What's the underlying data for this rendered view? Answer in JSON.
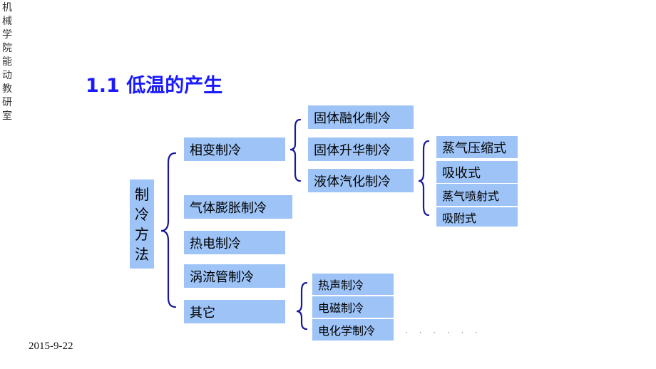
{
  "sidebar": {
    "vertical_text": [
      "机",
      "械",
      "学",
      "院",
      "能",
      "动",
      "教",
      "研",
      "室"
    ]
  },
  "title": "1.1  低温的产生",
  "root": {
    "label": [
      "制",
      "冷",
      "方",
      "法"
    ]
  },
  "level1": [
    "相变制冷",
    "气体膨胀制冷",
    "热电制冷",
    "涡流管制冷",
    "其它"
  ],
  "phase_change": [
    "固体融化制冷",
    "固体升华制冷",
    "液体汽化制冷"
  ],
  "liquid_vaporization": [
    "蒸气压缩式",
    "吸收式",
    "蒸气喷射式",
    "吸附式"
  ],
  "other": [
    "热声制冷",
    "电磁制冷",
    "电化学制冷"
  ],
  "ellipsis": "· · · · · ·",
  "date": "2015-9-22",
  "colors": {
    "box_fill": "#9dc3f7",
    "title": "#1a1aff",
    "brace": "#1a1a99"
  }
}
